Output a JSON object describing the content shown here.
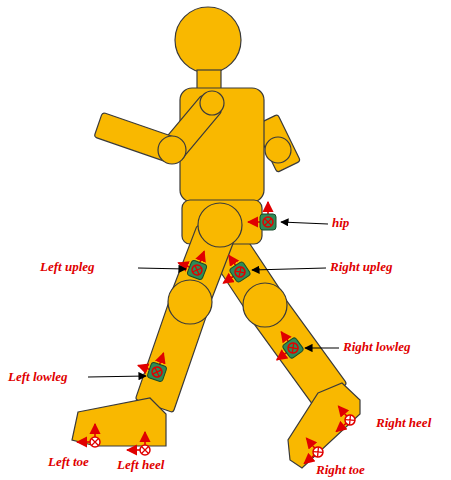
{
  "diagram": {
    "labels": [
      "hip",
      "Left upleg",
      "Right upleg",
      "Right lowleg",
      "Left lowleg",
      "Left toe",
      "Left heel",
      "Right heel",
      "Right toe"
    ]
  }
}
